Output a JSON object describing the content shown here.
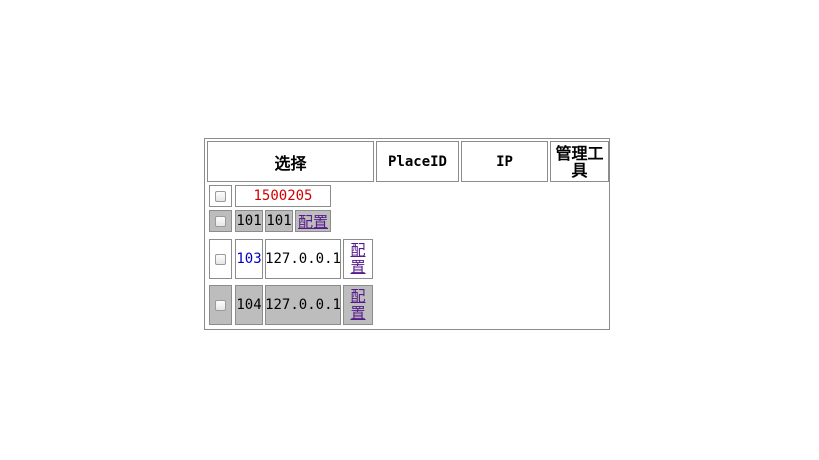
{
  "header": {
    "select": "选择",
    "place_id": "PlaceID",
    "ip": "IP",
    "tools": "管理工具",
    "tools_line1": "管理工",
    "tools_line2": "具"
  },
  "group": {
    "label": "1500205",
    "row": {
      "id": "101",
      "ip": "101",
      "action": "配置"
    }
  },
  "rows": [
    {
      "id": "103",
      "ip": "127.0.0.1",
      "action_line1": "配",
      "action_line2": "置"
    },
    {
      "id": "104",
      "ip": "127.0.0.1",
      "action_line1": "配",
      "action_line2": "置"
    }
  ],
  "colors": {
    "group_label": "#d40000",
    "row_id_103": "#0000cc",
    "gray_row": "#bdbdbd",
    "link": "#551a8b"
  }
}
